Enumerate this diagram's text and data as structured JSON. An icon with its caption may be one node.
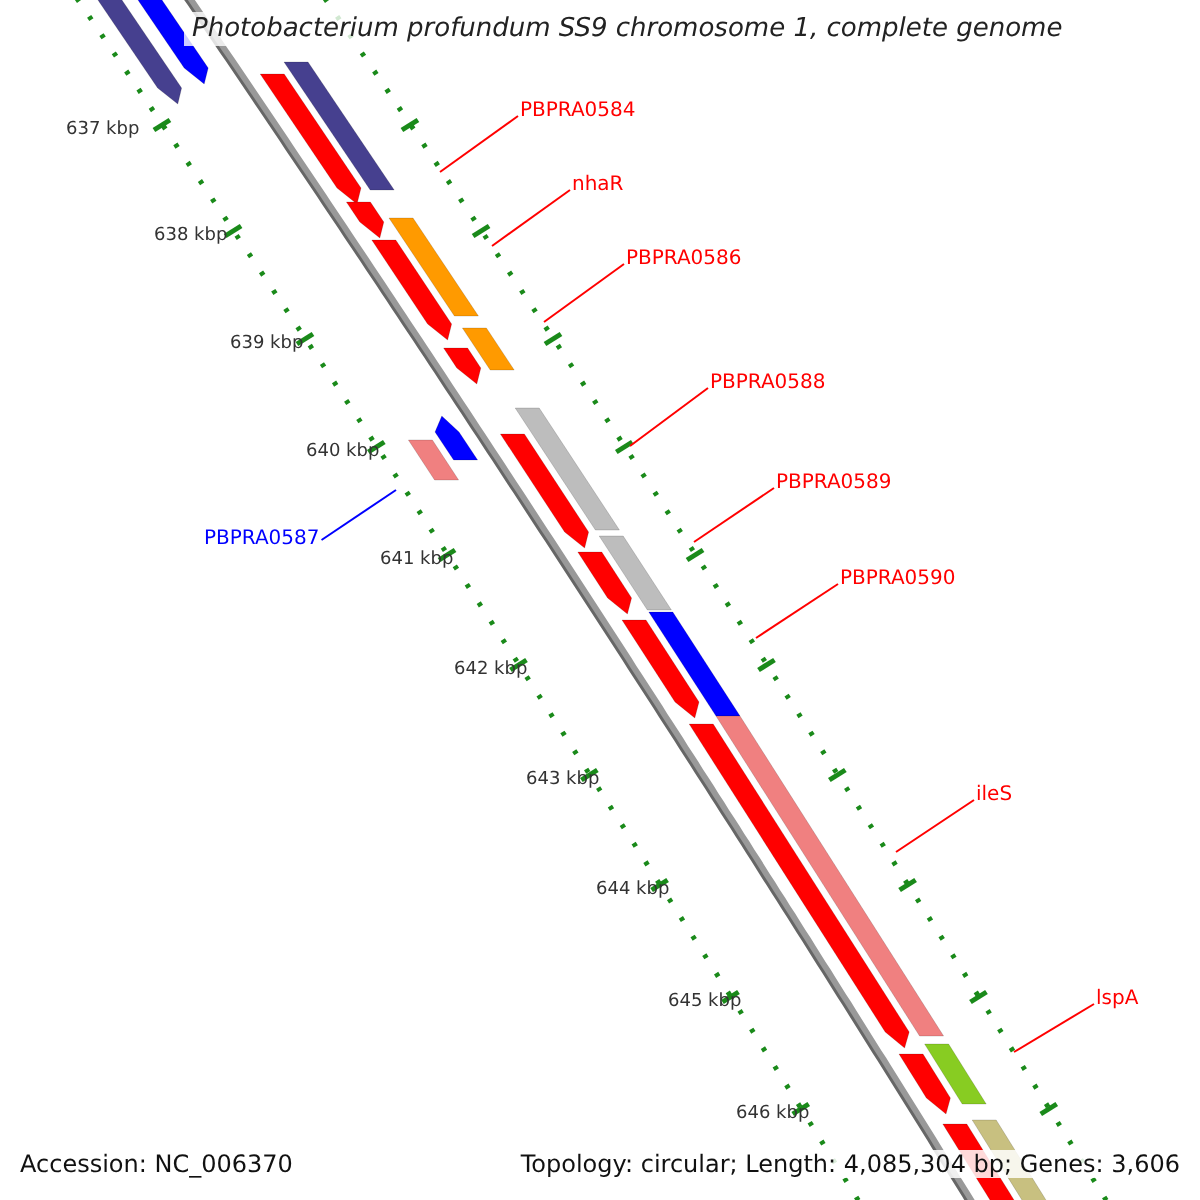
{
  "diagram": {
    "title": "Photobacterium profundum SS9 chromosome 1, complete genome",
    "nodes": [
      {
        "text": [
          "PBPRA0584"
        ]
      },
      {
        "text": [
          "nhaR"
        ]
      },
      {
        "text": [
          "PBPRA0586"
        ]
      },
      {
        "text": [
          "PBPRA0588"
        ]
      },
      {
        "text": [
          "PBPRA0589"
        ]
      },
      {
        "text": [
          "PBPRA0587"
        ]
      },
      {
        "text": [
          "PBPRA0590"
        ]
      },
      {
        "text": [
          "ileS"
        ]
      },
      {
        "text": [
          "lspA"
        ]
      }
    ],
    "edges": [
      {
        "from": 0,
        "to": null,
        "arrow": "none"
      },
      {
        "from": 1,
        "to": null,
        "arrow": "none"
      },
      {
        "from": 2,
        "to": null,
        "arrow": "none"
      },
      {
        "from": 3,
        "to": null,
        "arrow": "none"
      },
      {
        "from": 4,
        "to": null,
        "arrow": "none"
      },
      {
        "from": 5,
        "to": null,
        "arrow": "none",
        "color": "#0000ff"
      },
      {
        "from": 6,
        "to": null,
        "arrow": "none"
      },
      {
        "from": 7,
        "to": null,
        "arrow": "none"
      },
      {
        "from": 8,
        "to": null,
        "arrow": "none"
      }
    ],
    "labels": [
      "637 kbp",
      "638 kbp",
      "639 kbp",
      "640 kbp",
      "641 kbp",
      "642 kbp",
      "643 kbp",
      "644 kbp",
      "645 kbp",
      "646 kbp",
      "Accession: NC_006370",
      "Topology: circular; Length: 4,085,304 bp; Genes: 3,606"
    ]
  }
}
